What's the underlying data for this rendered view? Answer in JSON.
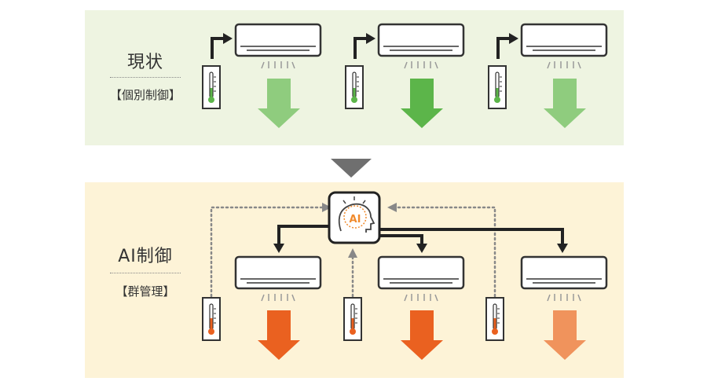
{
  "current": {
    "title": "現状",
    "subtitle": "【個別制御】"
  },
  "ai": {
    "title": "AI制御",
    "subtitle": "【群管理】",
    "icon_label": "AI"
  },
  "colors": {
    "top_panel": "#eef4e1",
    "bottom_panel": "#fdf3d7",
    "green_arrow_light": "#8fcc7e",
    "green_arrow_dark": "#5cb54a",
    "orange_arrow_dark": "#ea6120",
    "orange_arrow_light": "#f0935c",
    "ai_accent": "#f08a2c",
    "line": "#222222",
    "dotted": "#888888"
  },
  "icons": [
    "air-conditioner-icon",
    "thermometer-icon",
    "ai-brain-icon",
    "down-arrow-icon",
    "transition-triangle-icon"
  ]
}
